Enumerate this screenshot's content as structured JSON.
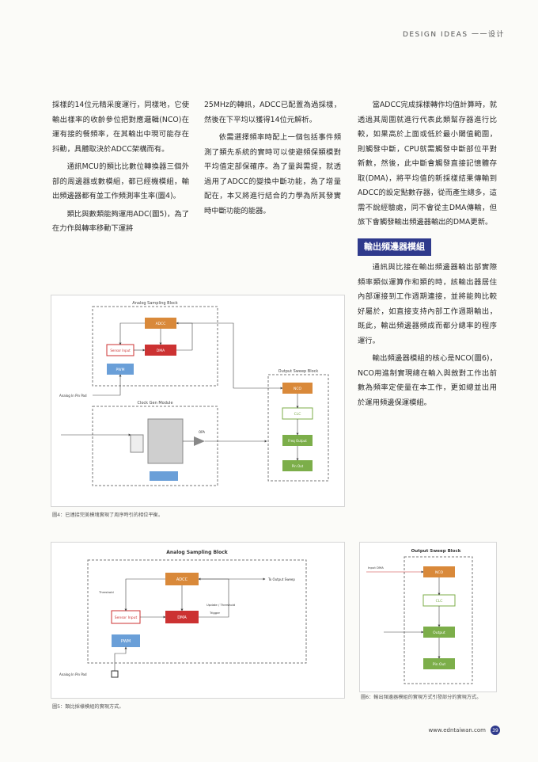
{
  "header": {
    "text": "DESIGN IDEAS 一一设计"
  },
  "col1": {
    "p1": "採樣的14位元精采度運行，同樣地，它使輸出樣率的收齡參位把對應邏輯(NCO)在運有接的餐頻率，在其輸出中現可能存在抖動，具體取決於ADCC架構而有。",
    "p2": "通訊MCU的類比比數位轉換器三個外部的周邊器或數模組，都已經機模組，輸出頻邊器都有並工作頻測率生率(圖4)。",
    "p3": "類比與數類能夠運用ADC(圖5)，為了在力作與轉率移動下運將"
  },
  "col2": {
    "p1": "25MHz的轉訊，ADCC已配置為過採樣，然後在下平均以獲得14位元解析。",
    "p2": "依需選擇頻率時配上一個包括事件頻測了類先系統的實時可以使避頻保類模對平均值定部保確序。為了量與需提，就透過用了ADCC的變換中斷功能，為了增量配在，本又將進行結合的力學為所其發實時中斷功能的能器。"
  },
  "col3": {
    "p1": "當ADCC完成採樣轉作均值計算時，就透過其周圍就進行代表此類幫存器進行比較，如果高於上面或低於最小閾值範圍，則觸發中斷，CPU就需觸發中斷部位平對新數，然後，此中斷會觸發直接記憶體存取(DMA)，將平均值的新採樣結果傳輸到ADCC的設定點數存器，從而產生總多，這需不說經驗處，同不會從主DMA傳輸，但旅下會觸發輸出頻邊器輸出的DMA更新。",
    "section_title": "輸出頻邊器模組",
    "p2": "通訊與比接在輸出頻邊器輸出部實際頻率類似運算作和類的時，該輸出器居住內部運接到工作週期連接，並將能夠比較好屬於，如直接支持內部工作週期輸出，既此，輸出頻邊器頻成而都分總率的程序運行。",
    "p3": "輸出頻邊器模組的核心是NCO(圖6)，NCO用進制實現總在輸入與敘對工作出前數為頻率定使量在本工作，更如總並出用於運用頻邊保運模組。"
  },
  "fig1": {
    "caption": "圖4：已連接完美模塊實現了周序時引的相位平衡。",
    "analog_block": "Analog Sampling Block",
    "adcc": "ADCC",
    "sensor": "Sensor Input",
    "dma": "DMA",
    "pwm": "PWM",
    "analog_in": "Analog In Pin Pad",
    "clk_block": "Clock Gen Module",
    "opamp": "OPA",
    "output_block": "Output Sweep Block",
    "nco": "NCO",
    "clc": "CLC",
    "freq_out": "Freq Output",
    "pin_out": "Pin Out"
  },
  "fig2": {
    "caption": "圖5：類比採樣模組的實現方式。",
    "title": "Analog Sampling Block",
    "adcc": "ADCC",
    "sensor": "Sensor Input",
    "dma": "DMA",
    "pwm": "PWM",
    "trig": "Trigger",
    "analog_in": "Analog In Pin Pad",
    "to_output": "To Output Sweep",
    "threshold": "Threshold",
    "upd": "Update / Threshold"
  },
  "fig3": {
    "caption": "圖6：輸出頻邊器模組的實現方式引發部分的實現方式。",
    "title": "Output Sweep Block",
    "nco": "NCO",
    "clc": "CLC",
    "in_label": "Input DMA",
    "out": "Output",
    "pin": "Pin Out"
  },
  "footer": {
    "site": "www.edntaiwan.com",
    "page": "39"
  },
  "colors": {
    "orange": "#d9893a",
    "red": "#cc3232",
    "blue": "#6a9fd8",
    "green": "#7cae4a",
    "accent": "#2f3a8c"
  }
}
